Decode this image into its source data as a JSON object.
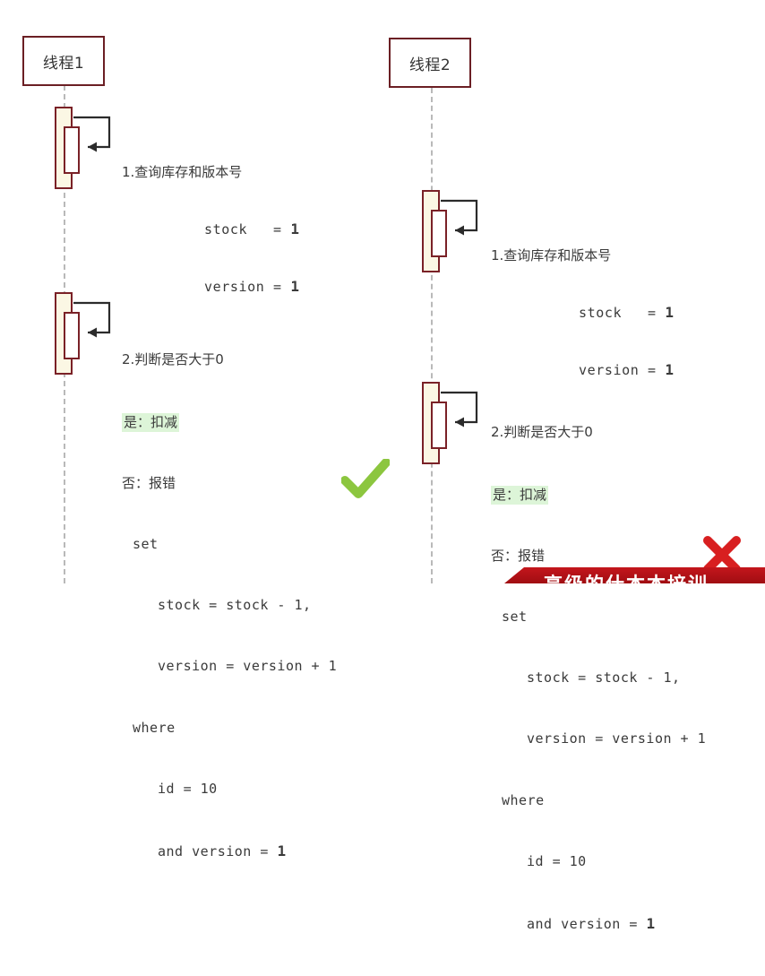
{
  "diagram": {
    "type": "uml-sequence-diagram",
    "topic": "optimistic-locking-version-check"
  },
  "lifelines": [
    {
      "id": "thread1",
      "label": "线程1"
    },
    {
      "id": "thread2",
      "label": "线程2"
    }
  ],
  "messages": [
    {
      "id": "t1-step1",
      "lifeline": "thread1",
      "title": "1.查询库存和版本号",
      "kv": [
        {
          "key": "stock   = ",
          "value": "1"
        },
        {
          "key": "version = ",
          "value": "1"
        }
      ]
    },
    {
      "id": "t1-step2",
      "lifeline": "thread1",
      "title": "2.判断是否大于0",
      "yes_branch": "是：扣减",
      "no_branch": "否：报错",
      "sql": [
        {
          "text": "set",
          "indent": 0
        },
        {
          "text": "stock = stock - 1,",
          "indent": 1
        },
        {
          "text": "version = version + 1",
          "indent": 1
        },
        {
          "text": "where",
          "indent": 0
        },
        {
          "text": "id = 10",
          "indent": 1
        },
        {
          "text": "and version = ",
          "indent": 1,
          "value": "1"
        }
      ],
      "result": "success",
      "result_icon": "green-check-icon"
    },
    {
      "id": "t2-step1",
      "lifeline": "thread2",
      "title": "1.查询库存和版本号",
      "kv": [
        {
          "key": "stock   = ",
          "value": "1"
        },
        {
          "key": "version = ",
          "value": "1"
        }
      ]
    },
    {
      "id": "t2-step2",
      "lifeline": "thread2",
      "title": "2.判断是否大于0",
      "yes_branch": "是：扣减",
      "no_branch": "否：报错",
      "sql": [
        {
          "text": "set",
          "indent": 0
        },
        {
          "text": "stock = stock - 1,",
          "indent": 1
        },
        {
          "text": "version = version + 1",
          "indent": 1
        },
        {
          "text": "where",
          "indent": 0
        },
        {
          "text": "id = 10",
          "indent": 1
        },
        {
          "text": "and version = ",
          "indent": 1,
          "value": "1"
        }
      ],
      "result": "failure",
      "result_icon": "red-x-icon"
    }
  ],
  "banner": {
    "text": "高级的什本本培训",
    "visible": "partially-cropped-at-bottom-edge"
  },
  "colors": {
    "actor_border": "#6b1f24",
    "activation_border": "#7a2127",
    "activation_fill": "#fbf7e4",
    "lifeline": "#b9b9b9",
    "arrow": "#2b2b2b",
    "highlight_green": "#ddf5d8",
    "check_green": "#8cc63f",
    "x_red": "#d81f20",
    "banner_red": "#c4161c",
    "text": "#3a3a3a"
  }
}
